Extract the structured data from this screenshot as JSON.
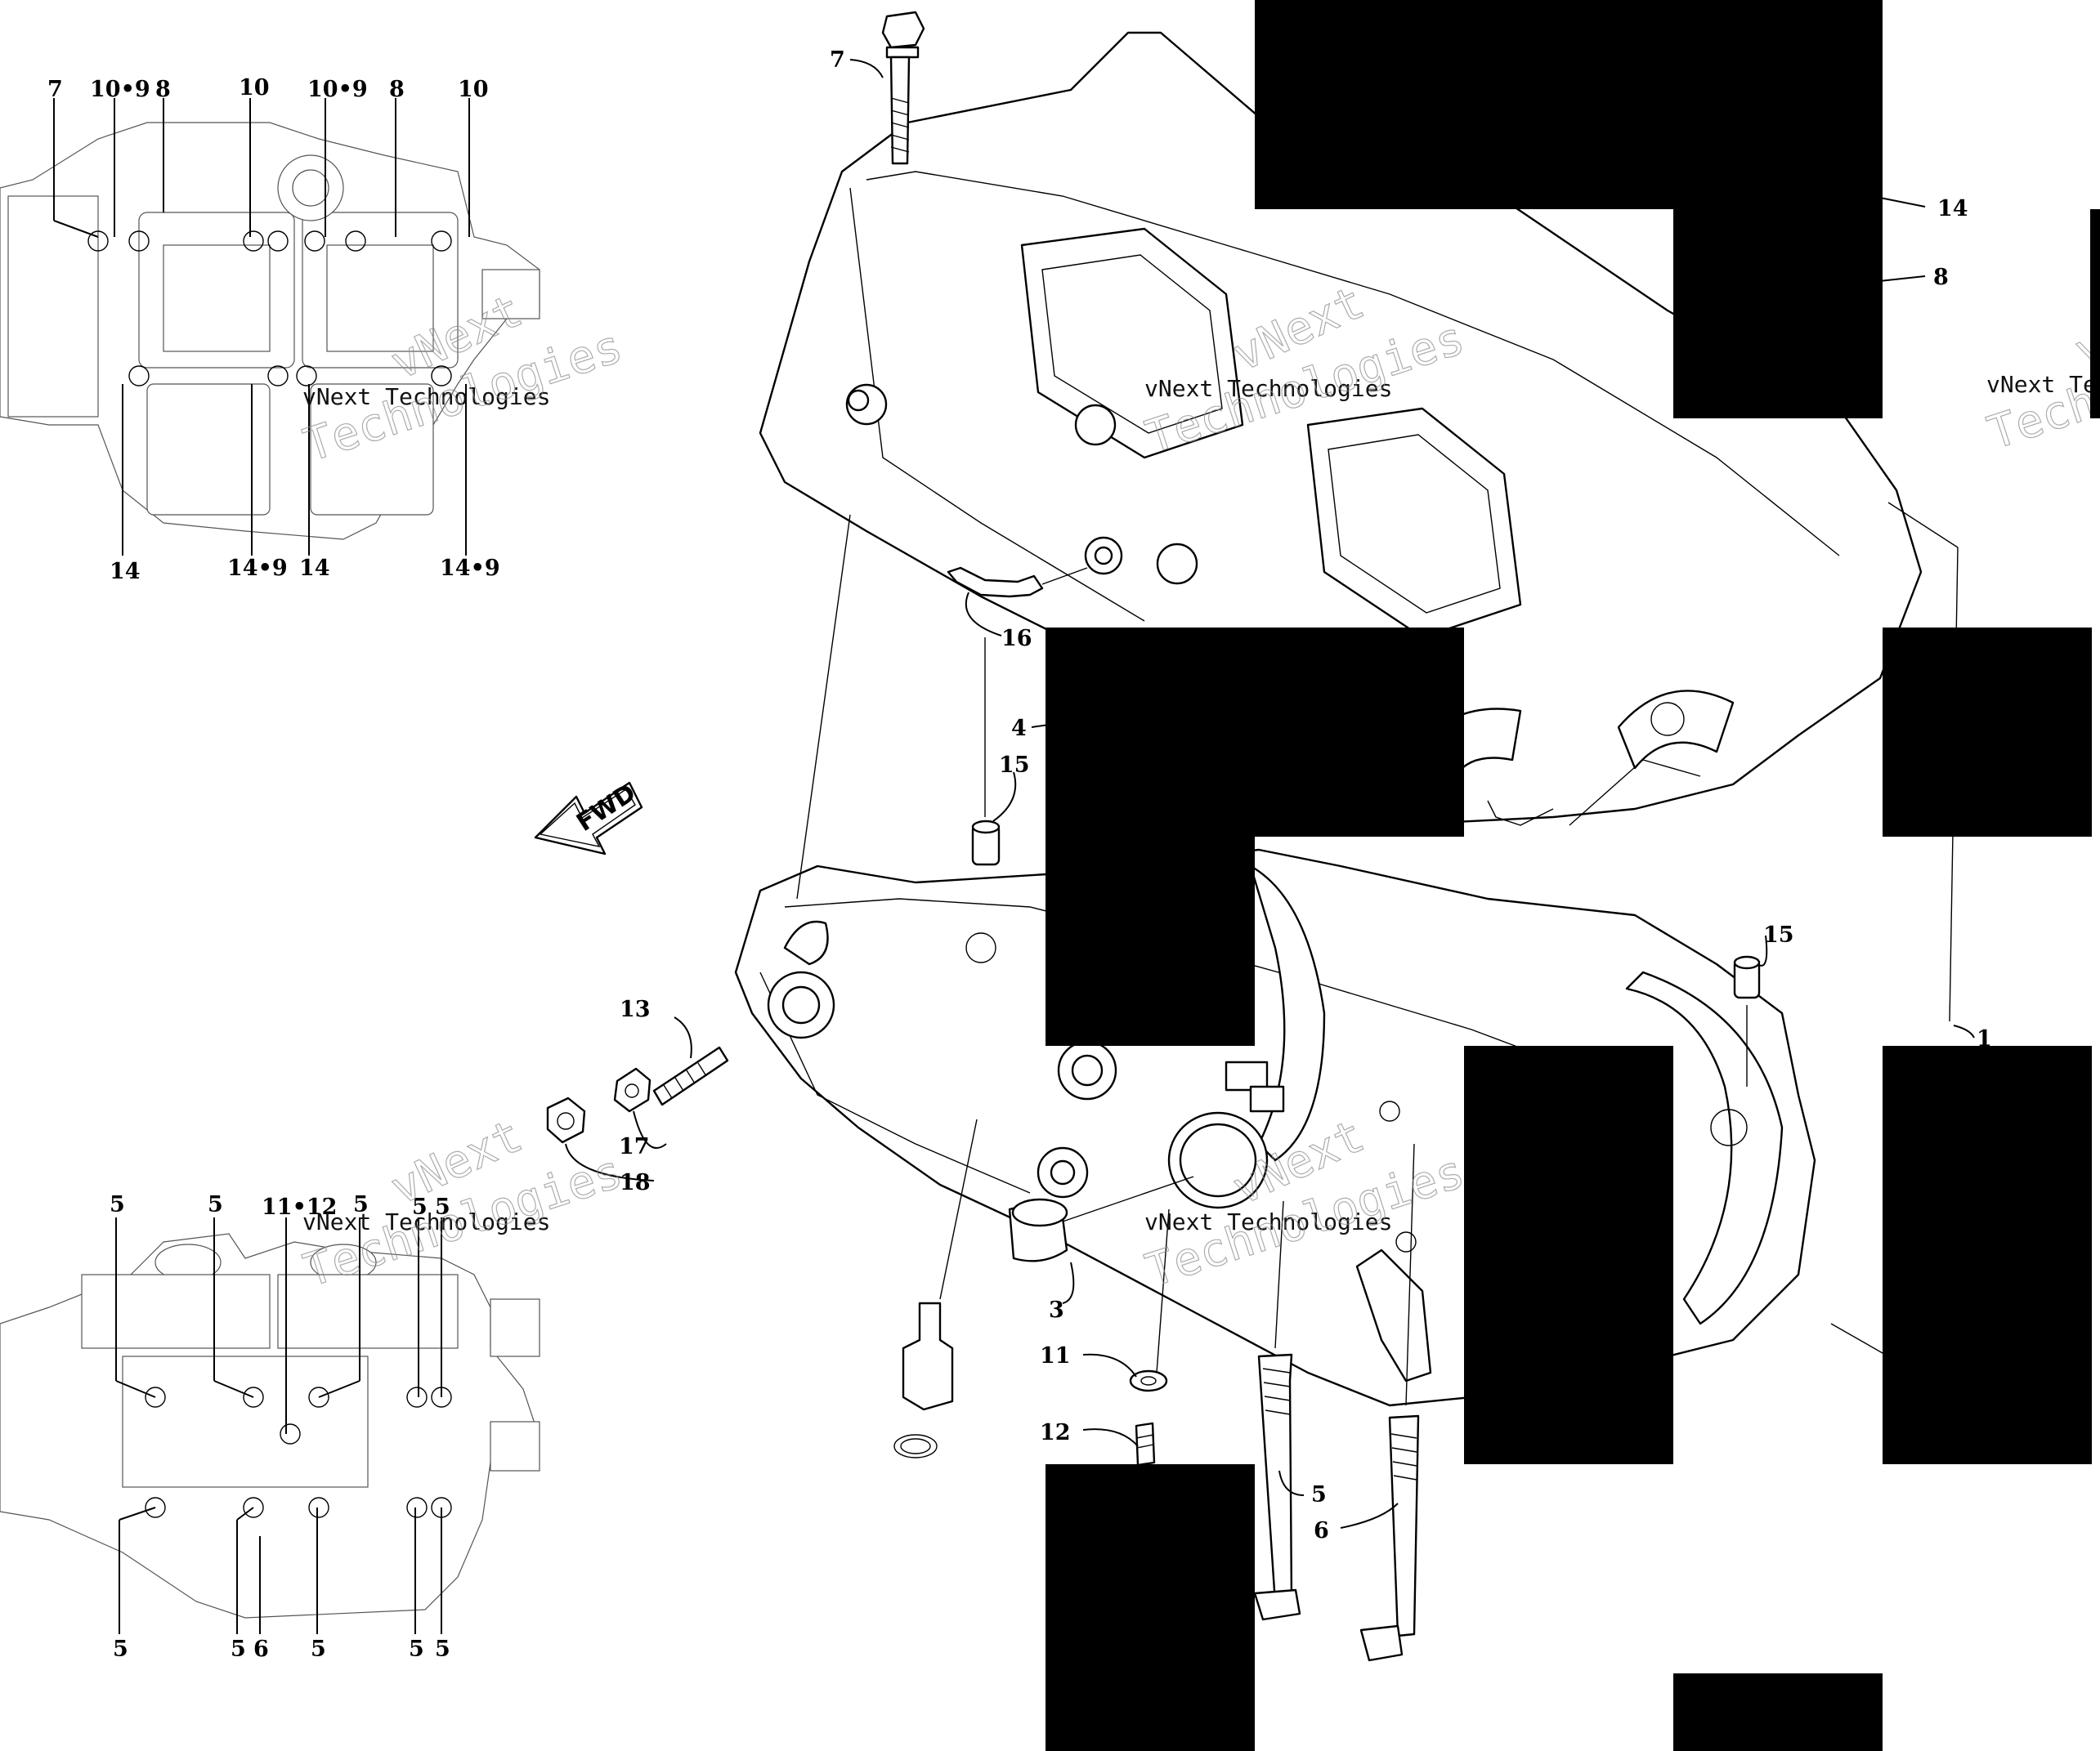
{
  "diagram": {
    "direction_label": "FWD",
    "watermarks": [
      {
        "line1": "vNext Technologies",
        "line2": "vNext",
        "line3": "Technologies"
      },
      {
        "line1": "vNext Technologies",
        "line2": "vNext",
        "line3": "Technologies"
      },
      {
        "line1": "vNext Technologies",
        "line2": "vNext",
        "line3": "Technologies"
      },
      {
        "line1": "vNext Technologies",
        "line2": "vNext",
        "line3": "Technologies"
      },
      {
        "line1": "vNext Technologies",
        "line2": "vNext",
        "line3": "Technologies"
      }
    ],
    "inset_top_labels": {
      "top": [
        "7",
        "10•9",
        "8",
        "10",
        "10•9",
        "8",
        "10"
      ],
      "bottom": [
        "14",
        "14•9",
        "14",
        "14•9"
      ]
    },
    "inset_bottom_labels": {
      "top": [
        "5",
        "5",
        "11•12",
        "5",
        "5",
        "5"
      ],
      "bottom": [
        "5",
        "5",
        "6",
        "5",
        "5",
        "5"
      ]
    },
    "callouts": [
      {
        "id": "c7",
        "text": "7"
      },
      {
        "id": "c14",
        "text": "14"
      },
      {
        "id": "c8",
        "text": "8"
      },
      {
        "id": "c16",
        "text": "16"
      },
      {
        "id": "c4",
        "text": "4"
      },
      {
        "id": "c15a",
        "text": "15"
      },
      {
        "id": "c15b",
        "text": "15"
      },
      {
        "id": "c1",
        "text": "1"
      },
      {
        "id": "c13",
        "text": "13"
      },
      {
        "id": "c17",
        "text": "17"
      },
      {
        "id": "c18",
        "text": "18"
      },
      {
        "id": "c3",
        "text": "3"
      },
      {
        "id": "c11",
        "text": "11"
      },
      {
        "id": "c12",
        "text": "12"
      },
      {
        "id": "c5",
        "text": "5"
      },
      {
        "id": "c6",
        "text": "6"
      }
    ]
  }
}
